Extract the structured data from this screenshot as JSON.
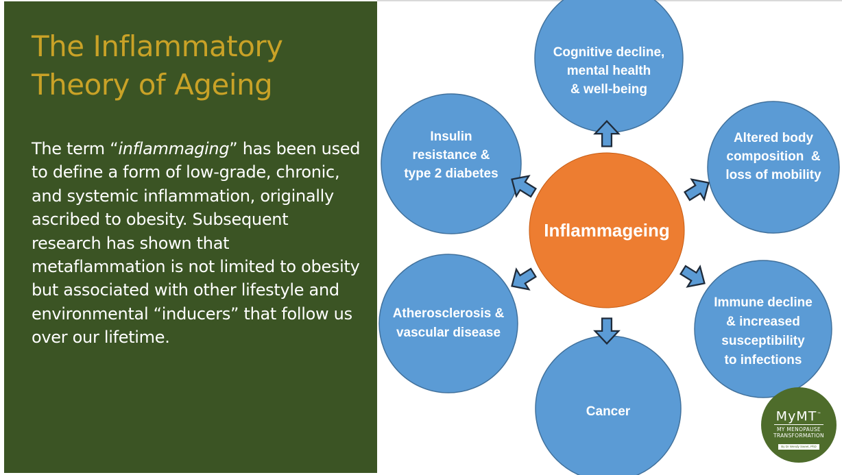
{
  "slide": {
    "title": "The Inflammatory Theory of Ageing",
    "body_pre": "The term “",
    "body_emph": "inflammaging",
    "body_post": "” has been used to define a form of low-grade, chronic, and systemic inflammation, originally ascribed to obesity. Subsequent research has shown that metaflammation is not limited to obesity but associated with other lifestyle and environmental “inducers” that follow us over our lifetime."
  },
  "diagram": {
    "center": "Inflammageing",
    "nodes": [
      {
        "lines": [
          "Cognitive decline,",
          "mental health",
          "& well-being"
        ]
      },
      {
        "lines": [
          "Altered body",
          "composition  &",
          "loss of mobility"
        ]
      },
      {
        "lines": [
          "Immune decline",
          "& increased",
          "susceptibility",
          "to infections"
        ]
      },
      {
        "lines": [
          "Cancer"
        ]
      },
      {
        "lines": [
          "Atherosclerosis &",
          "vascular disease"
        ]
      },
      {
        "lines": [
          "Insulin",
          "resistance &",
          "type 2 diabetes"
        ]
      }
    ],
    "colors": {
      "center_fill": "#ed7d31",
      "node_fill": "#5b9bd5",
      "node_stroke": "#41719c",
      "arrow_fill": "#5b9bd5",
      "arrow_stroke": "#1f2b3a",
      "text": "#ffffff"
    }
  },
  "logo": {
    "brand": "MyMT",
    "tm": "™",
    "line1": "MY MENOPAUSE",
    "line2": "TRANSFORMATION",
    "tagline": "By Dr Wendy Sweet, PhD"
  }
}
